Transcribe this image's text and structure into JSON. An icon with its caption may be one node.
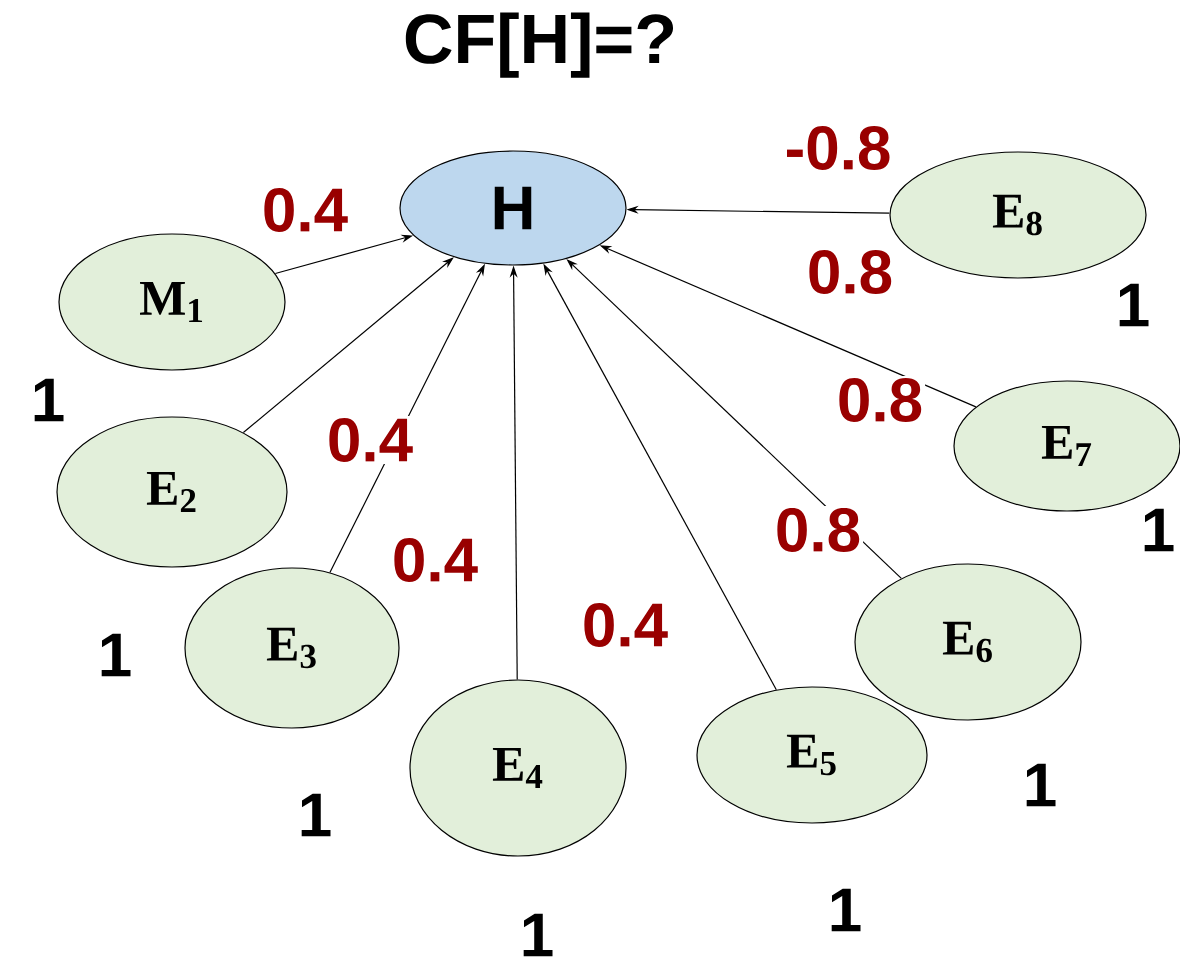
{
  "diagram": {
    "title": "CF[H]=?",
    "nodes": [
      {
        "text": [
          "H"
        ]
      },
      {
        "text": [
          "M$_{1}$"
        ],
        "beside": [
          "1"
        ]
      },
      {
        "text": [
          "E$_{2}$"
        ],
        "beside": [
          "1"
        ]
      },
      {
        "text": [
          "E$_{3}$"
        ],
        "beside": [
          "1"
        ]
      },
      {
        "text": [
          "E$_{4}$"
        ],
        "beside": [
          "1"
        ]
      },
      {
        "text": [
          "E$_{5}$"
        ],
        "beside": [
          "1"
        ]
      },
      {
        "text": [
          "E$_{6}$"
        ],
        "beside": [
          "1"
        ]
      },
      {
        "text": [
          "E$_{7}$"
        ],
        "beside": [
          "1"
        ]
      },
      {
        "text": [
          "E$_{8}$"
        ],
        "beside": [
          "1"
        ]
      }
    ],
    "edges": [
      {
        "from": 1,
        "to": 0,
        "arrow": "to",
        "label": "0.4"
      },
      {
        "from": 2,
        "to": 0,
        "arrow": "to",
        "label": "0.4"
      },
      {
        "from": 3,
        "to": 0,
        "arrow": "to",
        "label": "0.4"
      },
      {
        "from": 4,
        "to": 0,
        "arrow": "to",
        "label": "0.4"
      },
      {
        "from": 5,
        "to": 0,
        "arrow": "to",
        "label": "0.8"
      },
      {
        "from": 6,
        "to": 0,
        "arrow": "to",
        "label": "0.8"
      },
      {
        "from": 7,
        "to": 0,
        "arrow": "to",
        "label": "0.8"
      },
      {
        "from": 8,
        "to": 0,
        "arrow": "to",
        "label": "-0.8"
      }
    ]
  }
}
